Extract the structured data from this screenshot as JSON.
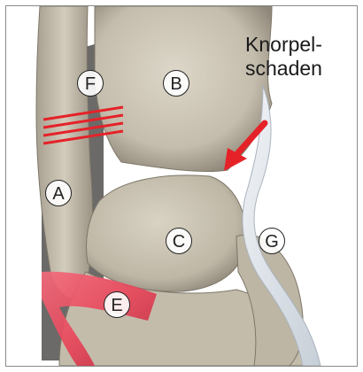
{
  "callout": {
    "line1": "Knorpel-",
    "line2": "schaden"
  },
  "labels": {
    "A": "A",
    "B": "B",
    "C": "C",
    "E": "E",
    "F": "F",
    "G": "G"
  },
  "colors": {
    "bone": "#cfc8b8",
    "bone_shadow": "#8f887a",
    "ligament": "#e8465a",
    "arrow": "#e52228",
    "tendon": "#dde3ea"
  }
}
